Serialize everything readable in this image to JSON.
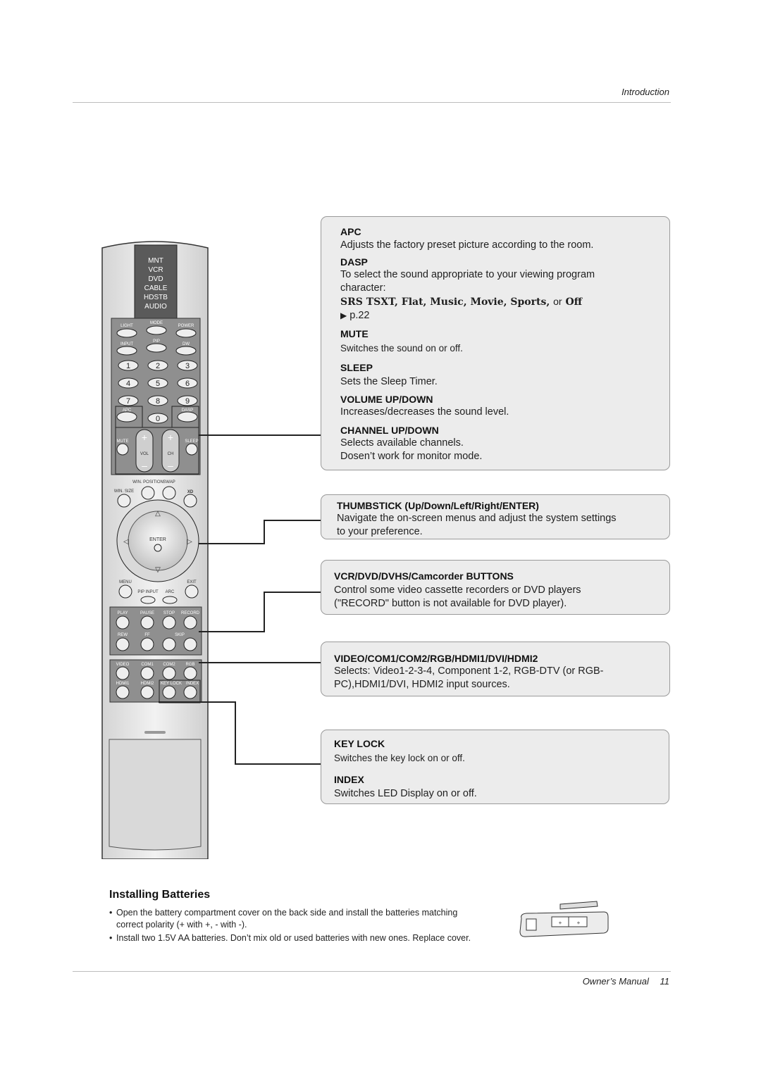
{
  "header": {
    "section": "Introduction"
  },
  "footer": {
    "label": "Owner’s Manual",
    "page": "11"
  },
  "remote": {
    "modes": [
      "MNT",
      "VCR",
      "DVD",
      "CABLE",
      "HDSTB",
      "AUDIO"
    ],
    "top_labels": {
      "light": "LIGHT",
      "mode": "MODE",
      "power": "POWER",
      "input": "INPUT",
      "pip": "PIP",
      "dw": "DW"
    },
    "digits": [
      "1",
      "2",
      "3",
      "4",
      "5",
      "6",
      "7",
      "8",
      "9",
      "0"
    ],
    "apc": "APC",
    "dasp": "DASP",
    "mute": "MUTE",
    "sleep": "SLEEP",
    "vol": "VOL",
    "ch": "CH",
    "win_position": "WIN. POSITION",
    "swap": "SWAP",
    "win_size": "WIN. SIZE",
    "xd": "XD",
    "enter": "ENTER",
    "menu": "MENU",
    "exit": "EXIT",
    "pip_input": "PIP INPUT",
    "arc": "ARC",
    "play": "PLAY",
    "pause": "PAUSE",
    "stop": "STOP",
    "record": "RECORD",
    "rew": "REW",
    "ff": "FF",
    "skip": "SKIP",
    "video": "VIDEO",
    "com1": "COM1",
    "com2": "COM2",
    "rgb": "RGB",
    "hdmi1": "HDMI1",
    "hdmi2": "HDMI2",
    "key_lock": "KEY LOCK",
    "index": "INDEX"
  },
  "callouts": {
    "apc": {
      "title": "APC",
      "text": "Adjusts the factory preset picture according to the room."
    },
    "dasp": {
      "title": "DASP",
      "text1": "To select the sound appropriate to your viewing program",
      "text2": "character:",
      "options": {
        "o1": "SRS TSXT",
        "o2": "Flat",
        "o3": "Music",
        "o4": "Movie",
        "o5": "Sports",
        "or": "or",
        "o6": "Off"
      },
      "page_ref": "p.22"
    },
    "mute": {
      "title": "MUTE",
      "text": "Switches the sound on or off."
    },
    "sleep": {
      "title": "SLEEP",
      "text": "Sets the Sleep Timer."
    },
    "volume": {
      "title": "VOLUME UP/DOWN",
      "text": "Increases/decreases the sound level."
    },
    "channel": {
      "title": "CHANNEL UP/DOWN",
      "text1": "Selects available channels.",
      "text2": "Dosen’t work for monitor mode."
    },
    "thumbstick": {
      "title": "THUMBSTICK (Up/Down/Left/Right/ENTER)",
      "text1": "Navigate the on-screen menus and adjust the system settings",
      "text2": "to your preference."
    },
    "vcr": {
      "title": "VCR/DVD/DVHS/Camcorder BUTTONS",
      "text1": "Control some video cassette recorders or DVD players",
      "text2": "(\"RECORD\" button is not available for DVD player)."
    },
    "inputs": {
      "title": "VIDEO/COM1/COM2/RGB/HDMI1/DVI/HDMI2",
      "text1": "Selects: Video1-2-3-4, Component 1-2, RGB-DTV (or RGB-",
      "text2": "PC),HDMI1/DVI, HDMI2 input sources."
    },
    "keylock": {
      "title": "KEY LOCK",
      "text": "Switches the key lock on or off."
    },
    "index": {
      "title": "INDEX",
      "text": "Switches LED Display on or off."
    }
  },
  "batteries": {
    "title": "Installing Batteries",
    "bullets": [
      "Open the battery compartment cover on the back side and install the batteries matching correct polarity (+ with +, - with -).",
      "Install two 1.5V AA batteries. Don’t mix old or used batteries with new ones. Replace cover."
    ]
  }
}
